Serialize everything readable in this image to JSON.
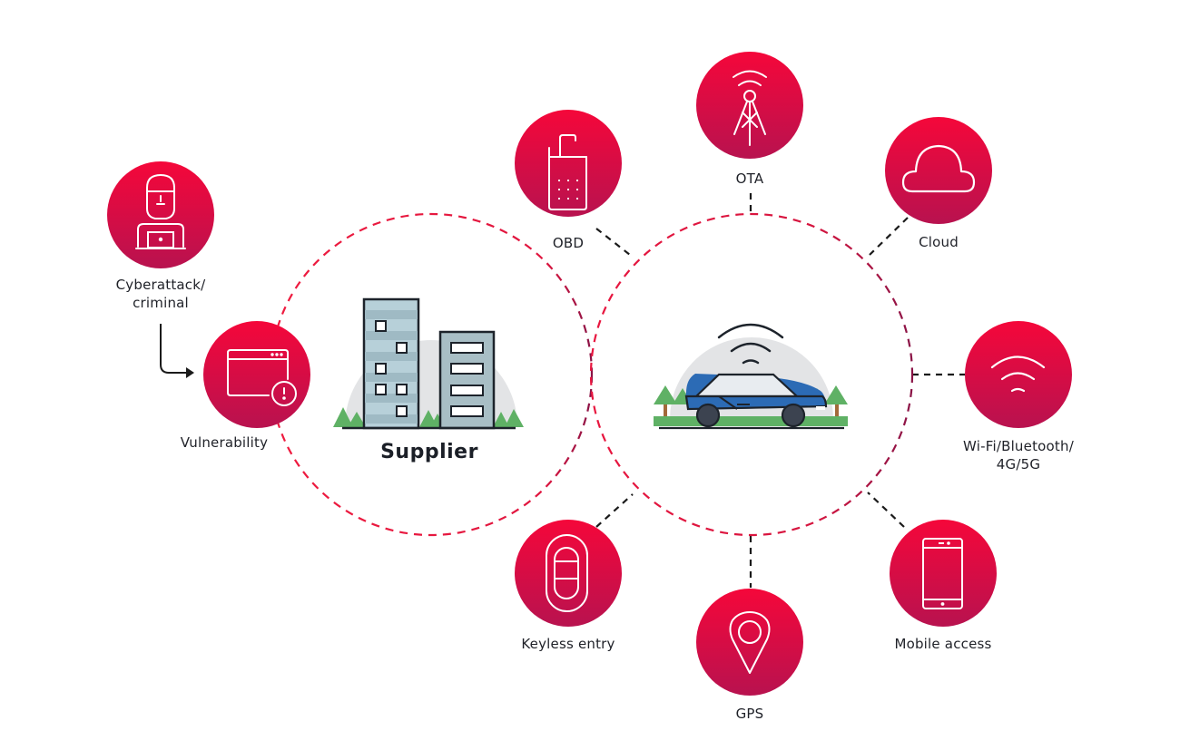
{
  "title": "Automotive cybersecurity attack surface",
  "colors": {
    "node_top": "#f5073a",
    "node_bottom": "#b8124f",
    "zone_dash": "#d81a45",
    "connector_dash": "#1b1b1b"
  },
  "zones": [
    {
      "id": "supplier",
      "label": "Supplier",
      "illustration": "buildings-icon"
    },
    {
      "id": "vehicle",
      "label": "",
      "illustration": "connected-car-icon"
    }
  ],
  "nodes": [
    {
      "id": "cyberattack",
      "label_lines": [
        "Cyberattack/",
        "criminal"
      ],
      "icon": "hacker-laptop-icon"
    },
    {
      "id": "vulnerability",
      "label_lines": [
        "Vulnerability"
      ],
      "icon": "browser-warning-icon"
    },
    {
      "id": "obd",
      "label_lines": [
        "OBD"
      ],
      "icon": "obd-port-icon"
    },
    {
      "id": "ota",
      "label_lines": [
        "OTA"
      ],
      "icon": "antenna-tower-icon"
    },
    {
      "id": "cloud",
      "label_lines": [
        "Cloud"
      ],
      "icon": "cloud-icon"
    },
    {
      "id": "wifi",
      "label_lines": [
        "Wi-Fi/Bluetooth/",
        "4G/5G"
      ],
      "icon": "wireless-signal-icon"
    },
    {
      "id": "keyless",
      "label_lines": [
        "Keyless entry"
      ],
      "icon": "key-fob-icon"
    },
    {
      "id": "gps",
      "label_lines": [
        "GPS"
      ],
      "icon": "map-pin-icon"
    },
    {
      "id": "mobile",
      "label_lines": [
        "Mobile access"
      ],
      "icon": "smartphone-icon"
    }
  ],
  "edges": [
    {
      "from": "cyberattack",
      "to": "vulnerability",
      "style": "arrow"
    },
    {
      "from": "vulnerability",
      "to": "supplier",
      "style": "on-boundary"
    },
    {
      "from": "obd",
      "to": "vehicle",
      "style": "dashed"
    },
    {
      "from": "ota",
      "to": "vehicle",
      "style": "dashed"
    },
    {
      "from": "cloud",
      "to": "vehicle",
      "style": "dashed"
    },
    {
      "from": "wifi",
      "to": "vehicle",
      "style": "dashed"
    },
    {
      "from": "keyless",
      "to": "vehicle",
      "style": "dashed"
    },
    {
      "from": "gps",
      "to": "vehicle",
      "style": "dashed"
    },
    {
      "from": "mobile",
      "to": "vehicle",
      "style": "dashed"
    }
  ]
}
